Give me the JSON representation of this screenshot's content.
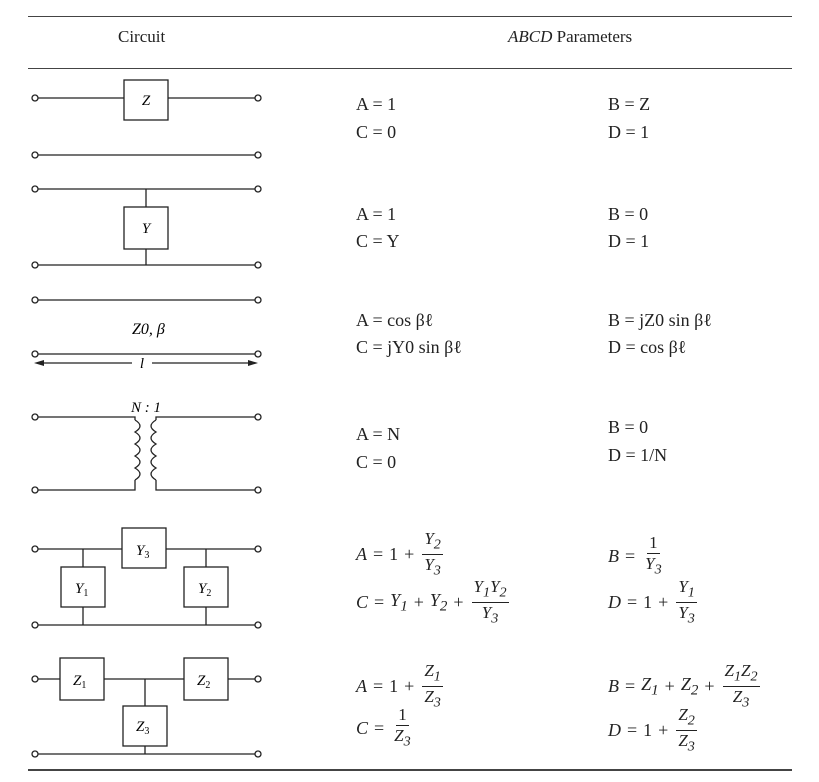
{
  "header": {
    "circuit": "Circuit",
    "abcd_italic": "ABCD",
    "params": " Parameters"
  },
  "rows": [
    {
      "circuit_labels": [
        "Z"
      ],
      "A": "A = 1",
      "C": "C = 0",
      "B": "B = Z",
      "D": "D = 1"
    },
    {
      "circuit_labels": [
        "Y"
      ],
      "A": "A = 1",
      "C": "C = Y",
      "B": "B = 0",
      "D": "D = 1"
    },
    {
      "circuit_labels": [
        "Z0, β",
        "l"
      ],
      "A": "A = cos βℓ",
      "C": "C = jY0 sin βℓ",
      "B": "B = jZ0 sin βℓ",
      "D": "D = cos βℓ"
    },
    {
      "circuit_labels": [
        "N : 1"
      ],
      "A": "A = N",
      "C": "C = 0",
      "B": "B = 0",
      "D": "D = 1/N"
    },
    {
      "circuit_labels": [
        "Y3",
        "Y1",
        "Y2"
      ],
      "A": "A = 1 + Y2/Y3",
      "C": "C = Y1 + Y2 + Y1Y2/Y3",
      "B": "B = 1/Y3",
      "D": "D = 1 + Y1/Y3"
    },
    {
      "circuit_labels": [
        "Z1",
        "Z2",
        "Z3"
      ],
      "A": "A = 1 + Z1/Z3",
      "C": "C = 1/Z3",
      "B": "B = Z1 + Z2 + Z1Z2/Z3",
      "D": "D = 1 + Z2/Z3"
    }
  ]
}
